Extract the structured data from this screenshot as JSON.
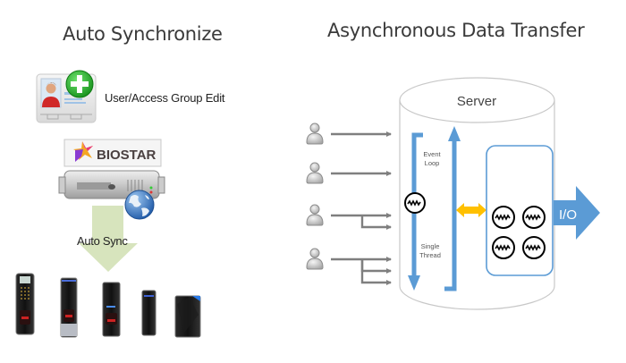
{
  "left_panel": {
    "title": "Auto Synchronize",
    "edit_label": "User/Access Group Edit",
    "server_brand": "BIOSTAR",
    "sync_label": "Auto Sync",
    "devices": [
      "fingerprint-keypad-terminal",
      "fingerprint-terminal-silver",
      "fingerprint-terminal-black",
      "slim-card-reader",
      "square-card-reader"
    ],
    "icons": [
      "user-card-icon",
      "add-icon",
      "server-icon",
      "globe-icon",
      "sync-arrow-icon"
    ]
  },
  "right_panel": {
    "title": "Asynchronous Data Transfer",
    "server_label": "Server",
    "event_loop_label_1": "Event",
    "event_loop_label_2": "Loop",
    "single_thread_label_1": "Single",
    "single_thread_label_2": "Thread",
    "io_label": "I/O",
    "clients": [
      {
        "requests": 1
      },
      {
        "requests": 1
      },
      {
        "requests": 2
      },
      {
        "requests": 3
      }
    ],
    "worker_count": 4
  },
  "colors": {
    "blue": "#5b9bd5",
    "orange": "#ffc000",
    "sync_green": "#d7e4bd",
    "gray_arrow": "#7f7f7f",
    "cylinder_line": "#c8c8c8"
  }
}
